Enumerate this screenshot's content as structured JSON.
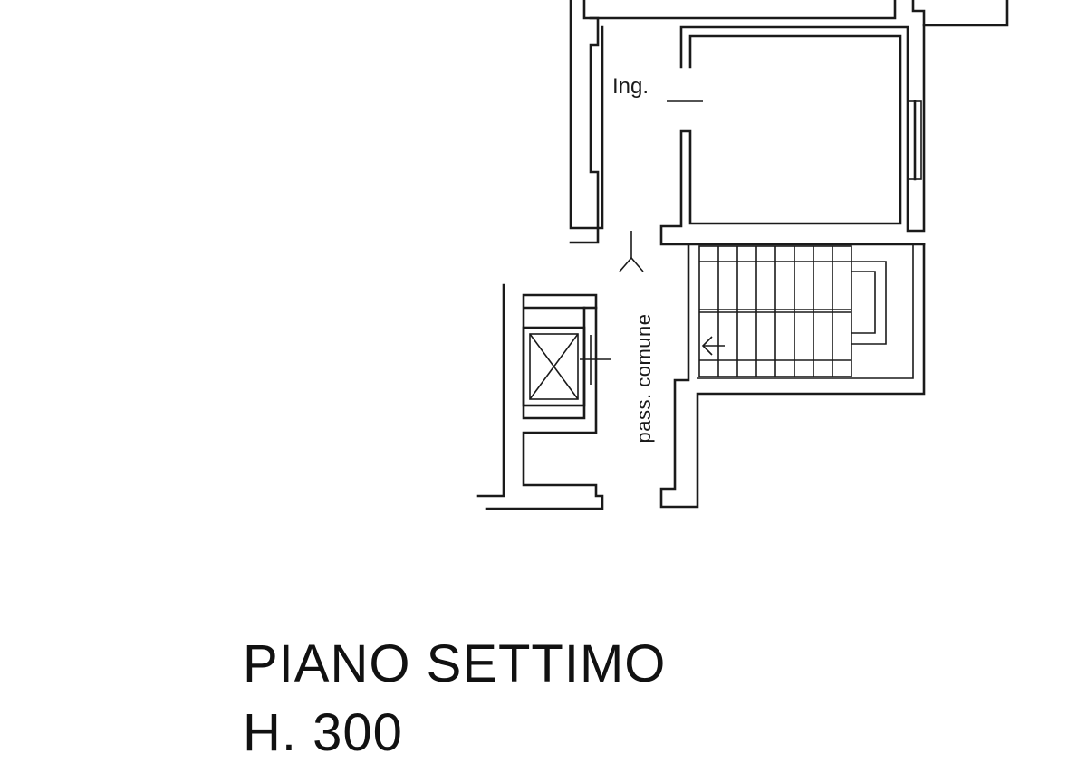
{
  "labels": {
    "entrance": "Ing.",
    "common_passage": "pass. comune"
  },
  "title": "PIANO SETTIMO",
  "subtitle": "H. 300",
  "colors": {
    "background": "#ffffff",
    "lines": "#1a1a1a"
  },
  "icons": {
    "elevator": "elevator-cross-icon",
    "entry_arrow": "chevron-up-arrow-icon",
    "stair_arrow": "left-arrow-icon"
  }
}
